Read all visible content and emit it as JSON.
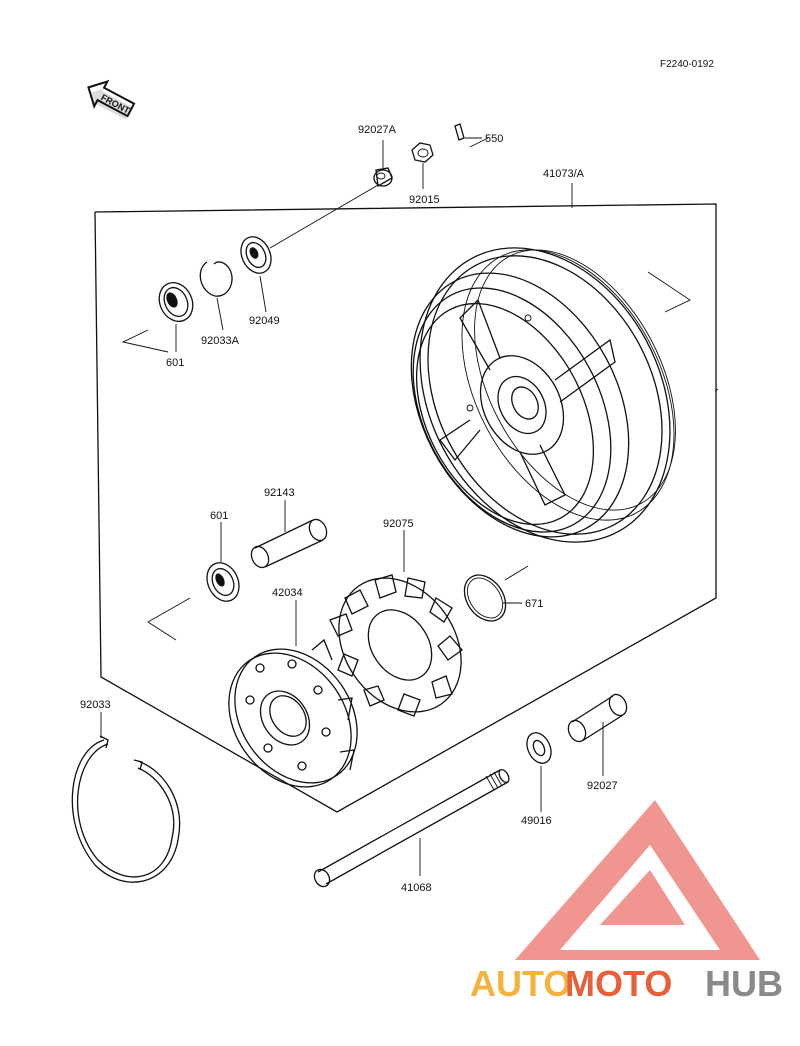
{
  "figure_id": "F2240-0192",
  "front_label": "FRONT",
  "parts": {
    "p92027A": "92027A",
    "p550": "550",
    "p92015": "92015",
    "p41073A": "41073/A",
    "p601_top": "601",
    "p92033A": "92033A",
    "p92049": "92049",
    "p601_bottom": "601",
    "p92143": "92143",
    "p92075": "92075",
    "p42034": "42034",
    "p671": "671",
    "p92033": "92033",
    "p49016": "49016",
    "p92027": "92027",
    "p41068": "41068"
  },
  "watermark": {
    "part1": "AUTO",
    "part2": "MOTO",
    "part3": "HUB",
    "colors": {
      "triangle": "#f08a84",
      "auto": "#f3b33d",
      "moto": "#e8603a",
      "hub": "#8a8a8a"
    }
  }
}
